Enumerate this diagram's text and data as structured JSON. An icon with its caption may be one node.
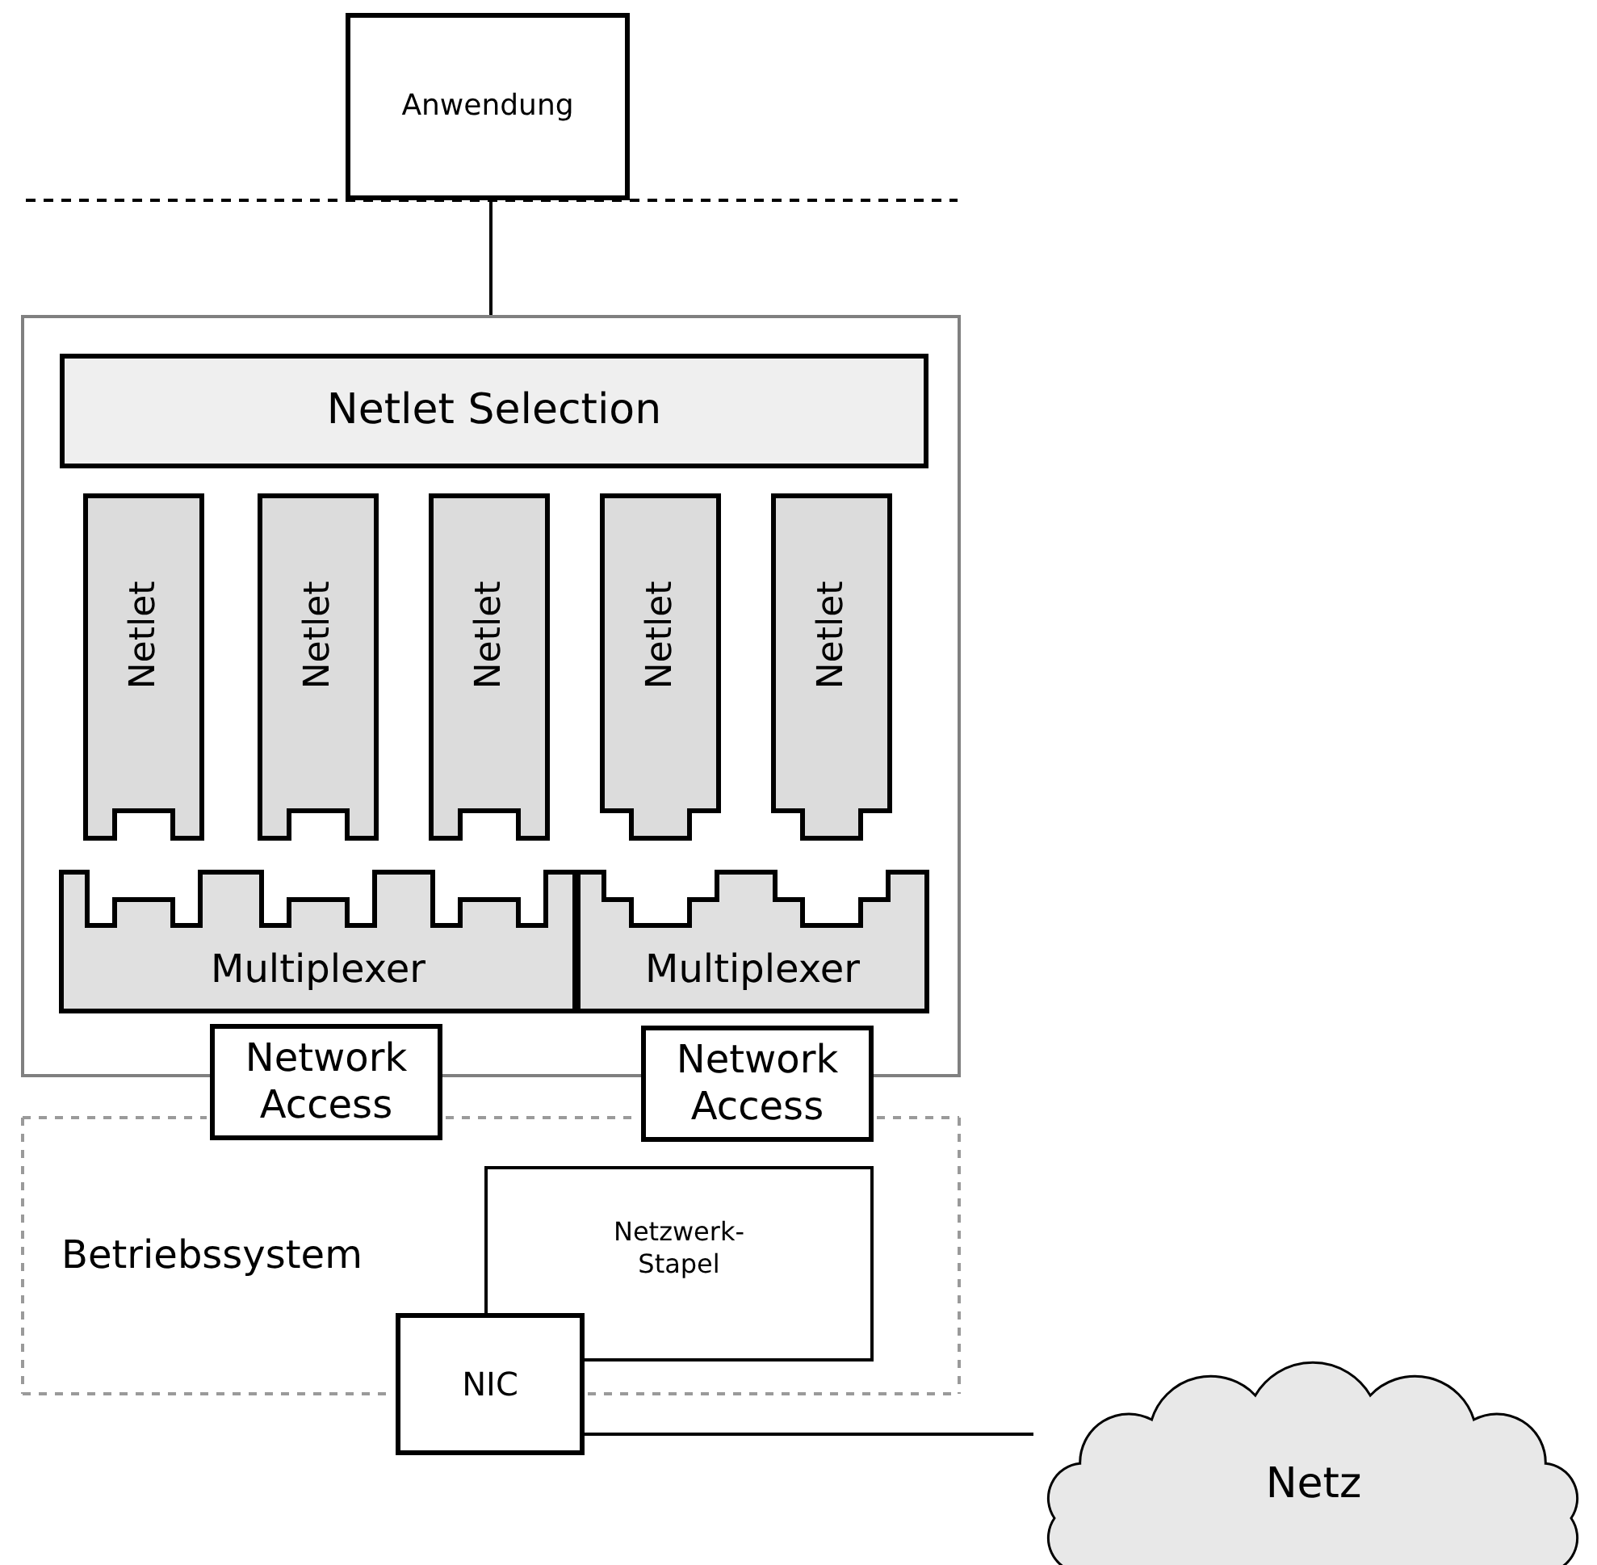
{
  "diagram": {
    "nodes": [
      {
        "text": [
          "Anwendung"
        ]
      },
      {
        "text": [],
        "shape": "box"
      },
      {
        "text": [
          "Netlet Selection"
        ],
        "in": 1
      },
      {
        "text": [
          "Netlet"
        ],
        "in": 1
      },
      {
        "text": [
          "Netlet"
        ],
        "in": 1
      },
      {
        "text": [
          "Netlet"
        ],
        "in": 1
      },
      {
        "text": [
          "Netlet"
        ],
        "in": 1
      },
      {
        "text": [
          "Netlet"
        ],
        "in": 1
      },
      {
        "text": [
          "Multiplexer"
        ],
        "in": 1
      },
      {
        "text": [
          "Multiplexer"
        ],
        "in": 1
      },
      {
        "text": [
          "Network Access"
        ]
      },
      {
        "text": [
          "Network Access"
        ]
      },
      {
        "text": [
          "Betriebssystem"
        ]
      },
      {
        "text": [
          "Netzwerk- Stapel"
        ],
        "in": 12
      },
      {
        "text": [
          "NIC"
        ]
      },
      {
        "text": [
          "Netz"
        ]
      }
    ],
    "edges": [
      {
        "from": 0,
        "to": 1,
        "arrow": "none"
      },
      {
        "from": 14,
        "to": 15,
        "arrow": "none"
      }
    ]
  }
}
